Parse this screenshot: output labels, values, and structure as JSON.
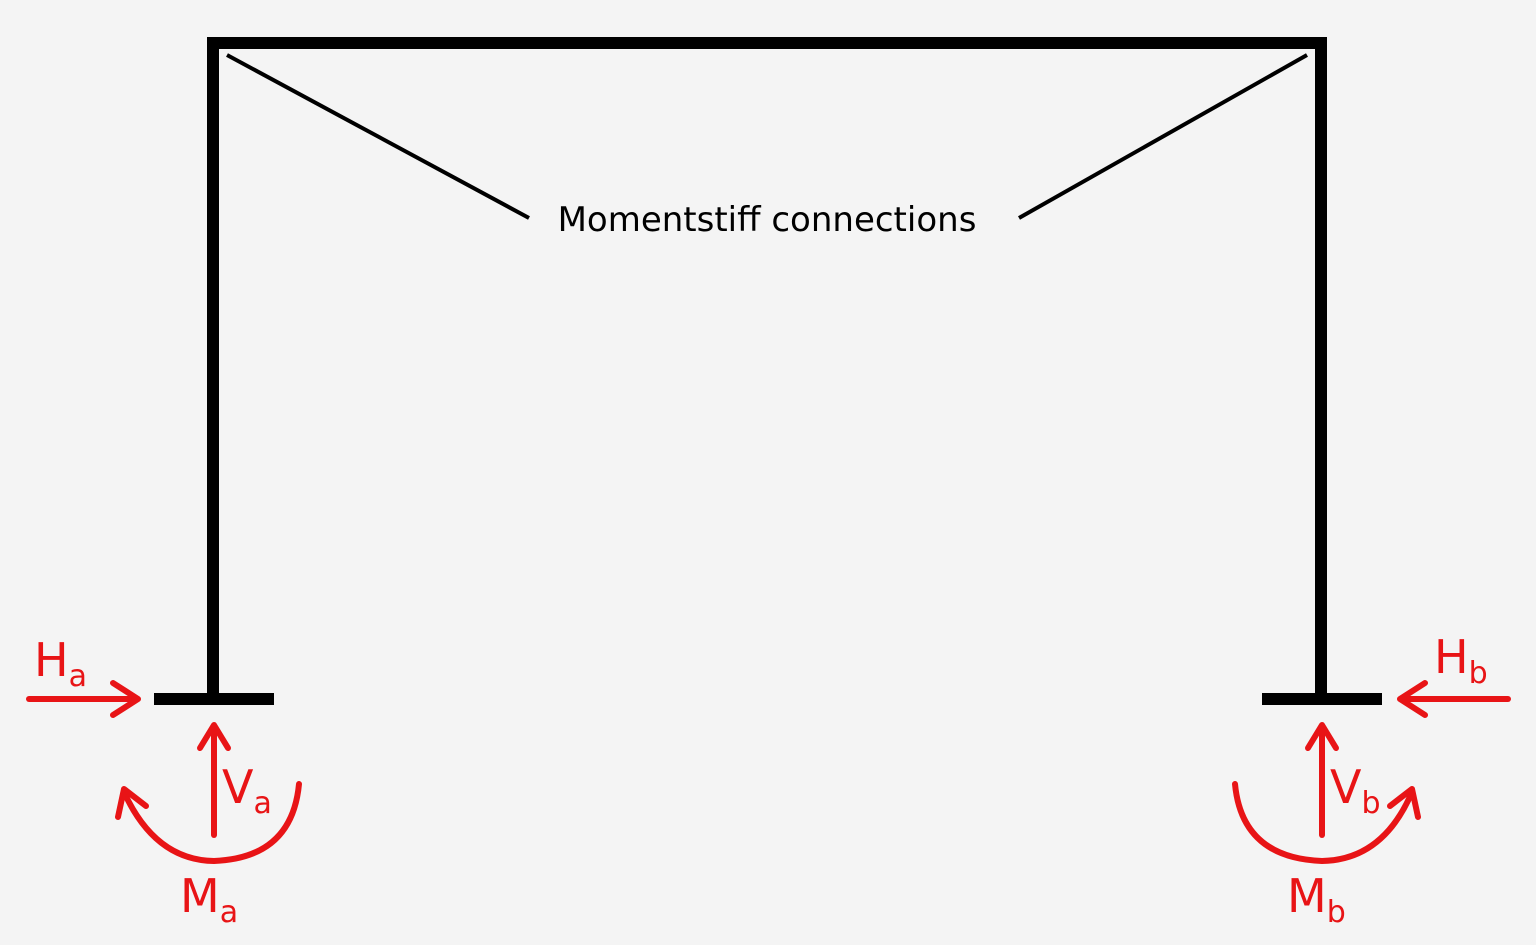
{
  "annotation": "Momentstiff connections",
  "colors": {
    "background": "#f4f4f4",
    "frame": "#000000",
    "force": "#e81416"
  },
  "supports": {
    "a": {
      "horizontal_main": "H",
      "horizontal_sub": "a",
      "vertical_main": "V",
      "vertical_sub": "a",
      "moment_main": "M",
      "moment_sub": "a"
    },
    "b": {
      "horizontal_main": "H",
      "horizontal_sub": "b",
      "vertical_main": "V",
      "vertical_sub": "b",
      "moment_main": "M",
      "moment_sub": "b"
    }
  }
}
